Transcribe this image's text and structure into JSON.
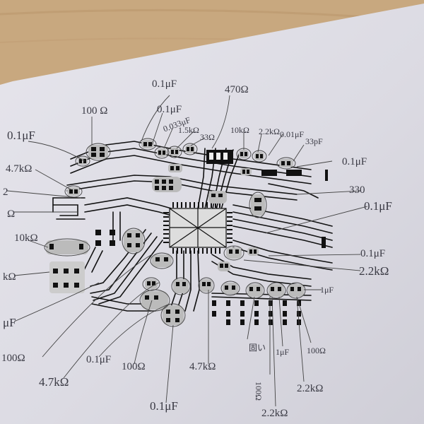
{
  "labels": {
    "top_0_1uF": "0.1μF",
    "l_470": "470Ω",
    "l_100_top": "100 Ω",
    "l_0_1uF_2": "0.1μF",
    "l_0_033": "0.033μF",
    "l_1_5k": "1.5kΩ",
    "l_33": "33Ω",
    "l_10k_top": "10kΩ",
    "l_2_2k_top": "2.2kΩ",
    "l_0_01": "0.01μF",
    "l_33pF": "33pF",
    "l_0_1uF_left": "0.1μF",
    "l_4_7k_left": "4.7kΩ",
    "l_2_left": "2",
    "l_omega_left": "Ω",
    "l_10k_left": "10kΩ",
    "l_k_left": "kΩ",
    "l_uF_left": "μF",
    "r_0_1uF_1": "0.1μF",
    "r_330": "330",
    "r_0_1uF_2": "0.1μF",
    "r_0_1uF_3": "0.1μF",
    "r_2_2k": "2.2kΩ",
    "r_1uF": "1μF",
    "b_100_left": "100Ω",
    "b_4_7k_left": "4.7kΩ",
    "b_0_1uF": "0.1μF",
    "b_100_mid": "100Ω",
    "b_4_7k_mid": "4.7kΩ",
    "b_0_1uF_bottom": "0.1μF",
    "b_jp": "固い",
    "b_1uF": "1μF",
    "b_100_right": "100Ω",
    "b_100_small": "100Ω",
    "b_2_2k_1": "2.2kΩ",
    "b_2_2k_2": "2.2kΩ"
  }
}
